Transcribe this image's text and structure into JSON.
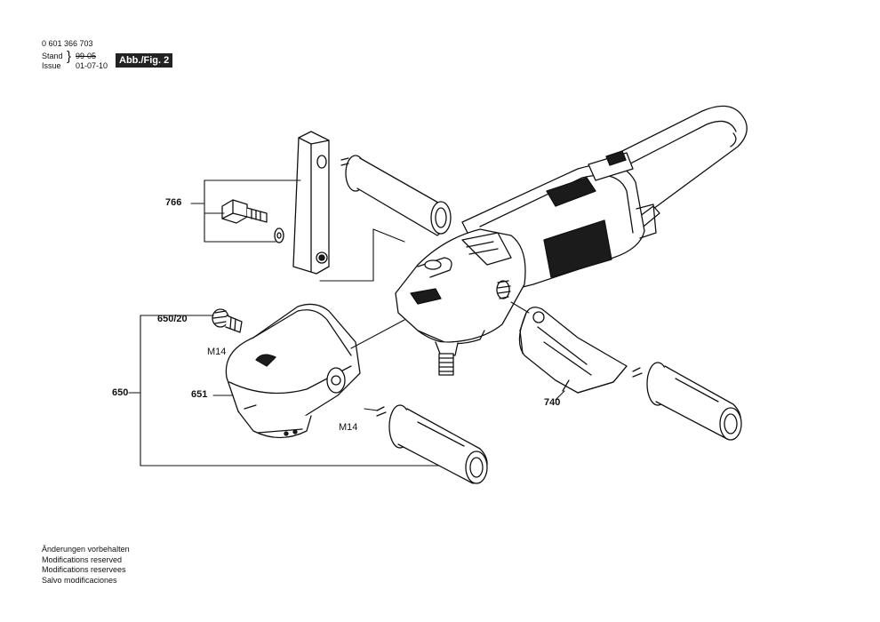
{
  "header": {
    "part_number": "0 601 366 703",
    "stand_label": "Stand",
    "issue_label": "Issue",
    "stand_date": "99-05",
    "issue_date": "01-07-10",
    "figure_label": "Abb./Fig. 2"
  },
  "callouts": {
    "c766": "766",
    "c650_20": "650/20",
    "c650": "650",
    "c651": "651",
    "c740": "740",
    "m14_cap": "M14",
    "m14_handle": "M14"
  },
  "footer": {
    "lines": [
      "Änderungen vorbehalten",
      "Modifications reserved",
      "Modifications reservees",
      "Salvo modificaciones"
    ]
  }
}
